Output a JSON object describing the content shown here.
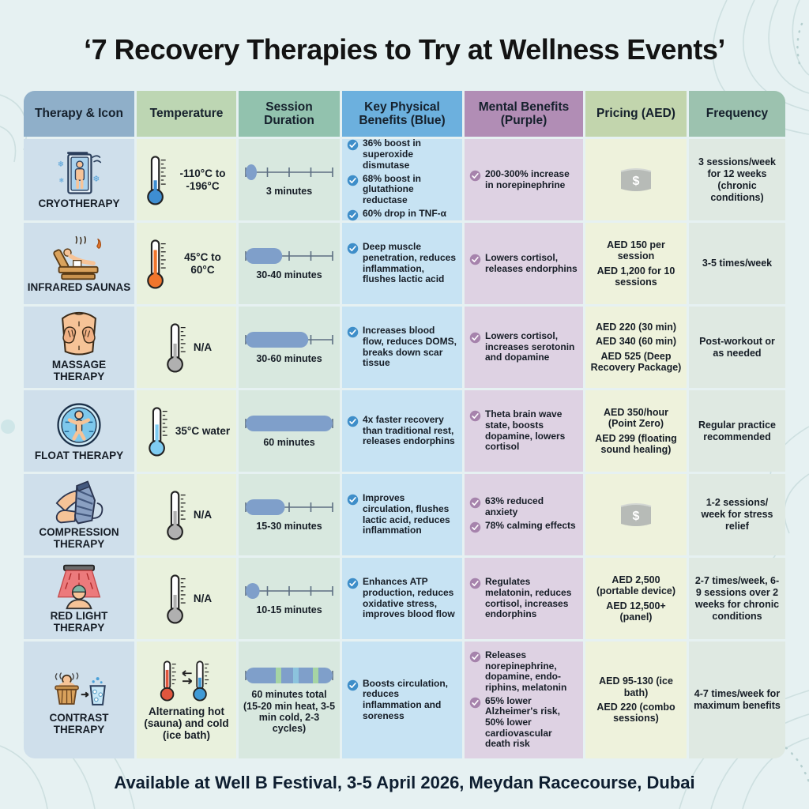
{
  "page": {
    "title": "‘7 Recovery Therapies to Try at Wellness Events’",
    "footer": "Available at Well B Festival, 3-5 April 2026, Meydan Racecourse, Dubai"
  },
  "theme": {
    "background": "#e6f1f2",
    "check_physical": "#3e8ec9",
    "check_mental": "#a683ac",
    "bar_fill": "#7f9fca",
    "bar_segment_green": "#a6d4a4",
    "bar_segment_teal": "#8cc3dd",
    "thermo_cold": "#3e8ed2",
    "thermo_hot": "#f0752c",
    "thermo_na": "#b0b0b0",
    "thermo_water": "#7fccf2",
    "thermo_dual_hot": "#e0563e",
    "thermo_dual_cold": "#3f9ad6"
  },
  "table": {
    "columns": [
      {
        "label": "Therapy & Icon",
        "header_bg": "#8fafc9",
        "cell_bg": "#cfdfeb"
      },
      {
        "label": "Temperature",
        "header_bg": "#bdd6b3",
        "cell_bg": "#e9f1dd"
      },
      {
        "label": "Session Duration",
        "header_bg": "#92c2ae",
        "cell_bg": "#d8e8df"
      },
      {
        "label": "Key Physical Benefits (Blue)",
        "header_bg": "#6cb0de",
        "cell_bg": "#c7e3f3"
      },
      {
        "label": "Mental Benefits (Purple)",
        "header_bg": "#b18db5",
        "cell_bg": "#ded2e3"
      },
      {
        "label": "Pricing (AED)",
        "header_bg": "#c2d5ad",
        "cell_bg": "#eef2dc"
      },
      {
        "label": "Frequency",
        "header_bg": "#9cc2af",
        "cell_bg": "#dfe9e2"
      }
    ],
    "rows": [
      {
        "name": "CRYOTHERAPY",
        "icon": "cryotherapy",
        "temperature": {
          "text": "-110°C to -196°C",
          "style": "cold"
        },
        "duration": {
          "label": "3 minutes",
          "percent": 10
        },
        "physical": [
          "36% boost in superoxide dismutase",
          "68% boost in glutathione reductase",
          "60% drop in TNF-α"
        ],
        "mental": [
          "200-300% increase in norepinephrine"
        ],
        "pricing": {
          "type": "icon",
          "icon": "dollar"
        },
        "frequency": "3 sessions/week for 12 weeks (chronic conditions)"
      },
      {
        "name": "INFRARED SAUNAS",
        "icon": "infrared-sauna",
        "temperature": {
          "text": "45°C to 60°C",
          "style": "hot"
        },
        "duration": {
          "label": "30-40 minutes",
          "percent": 42
        },
        "physical": [
          "Deep muscle penetration, reduces inflammation, flushes lactic acid"
        ],
        "mental": [
          "Lowers cortisol, releases endorphins"
        ],
        "pricing": {
          "type": "text",
          "lines": [
            "AED 150 per session",
            "AED 1,200 for 10 sessions"
          ]
        },
        "frequency": "3-5 times/week"
      },
      {
        "name": "MASSAGE THERAPY",
        "icon": "massage",
        "temperature": {
          "text": "N/A",
          "style": "na"
        },
        "duration": {
          "label": "30-60 minutes",
          "percent": 72
        },
        "physical": [
          "Increases blood flow, reduces DOMS, breaks down scar tissue"
        ],
        "mental": [
          "Lowers cortisol, increases serotonin and dopamine"
        ],
        "pricing": {
          "type": "text",
          "lines": [
            "AED 220 (30 min)",
            "AED 340 (60 min)",
            "AED 525 (Deep Recovery Package)"
          ]
        },
        "frequency": "Post-workout or as needed"
      },
      {
        "name": "FLOAT THERAPY",
        "icon": "float",
        "temperature": {
          "text": "35°C water",
          "style": "water"
        },
        "duration": {
          "label": "60 minutes",
          "percent": 100
        },
        "physical": [
          "4x faster recovery than traditional rest, releases endorphins"
        ],
        "mental": [
          "Theta brain wave state, boosts dopamine, lowers cortisol"
        ],
        "pricing": {
          "type": "text",
          "lines": [
            "AED 350/hour (Point Zero)",
            "AED 299 (floating sound healing)"
          ]
        },
        "frequency": "Regular practice recommended"
      },
      {
        "name": "COMPRESSION THERAPY",
        "icon": "compression",
        "temperature": {
          "text": "N/A",
          "style": "na"
        },
        "duration": {
          "label": "15-30 minutes",
          "percent": 45
        },
        "physical": [
          "Improves circulation, flushes lactic acid, reduces inflammation"
        ],
        "mental": [
          "63% reduced anxiety",
          "78% calming effects"
        ],
        "pricing": {
          "type": "icon",
          "icon": "dollar"
        },
        "frequency": "1-2 sessions/ week for stress relief"
      },
      {
        "name": "RED LIGHT THERAPY",
        "icon": "red-light",
        "temperature": {
          "text": "N/A",
          "style": "na"
        },
        "duration": {
          "label": "10-15 minutes",
          "percent": 16
        },
        "physical": [
          "Enhances ATP production, reduces oxidative stress, improves blood flow"
        ],
        "mental": [
          "Regulates melatonin, reduces cortisol, increases endorphins"
        ],
        "pricing": {
          "type": "text",
          "lines": [
            "AED 2,500 (portable device)",
            "AED 12,500+ (panel)"
          ]
        },
        "frequency": "2-7 times/week, 6-9 sessions over 2 weeks for chronic conditions"
      },
      {
        "name": "CONTRAST THERAPY",
        "icon": "contrast",
        "temperature": {
          "text": "Alternating hot (sauna) and cold (ice bath)",
          "style": "dual"
        },
        "duration": {
          "label": "60 minutes total (15-20 min heat, 3-5 min cold, 2-3 cycles)",
          "percent": 100,
          "segmented": true
        },
        "physical": [
          "Boosts circulation, reduces inflammation and soreness"
        ],
        "mental": [
          "Releases norepinephrine, dopamine, endo-riphins, melatonin",
          "65% lower Alzheimer's risk, 50% lower cardiovascular death risk"
        ],
        "pricing": {
          "type": "text",
          "lines": [
            "AED 95-130 (ice bath)",
            "AED 220 (combo sessions)"
          ]
        },
        "frequency": "4-7 times/week for maximum benefits"
      }
    ]
  }
}
